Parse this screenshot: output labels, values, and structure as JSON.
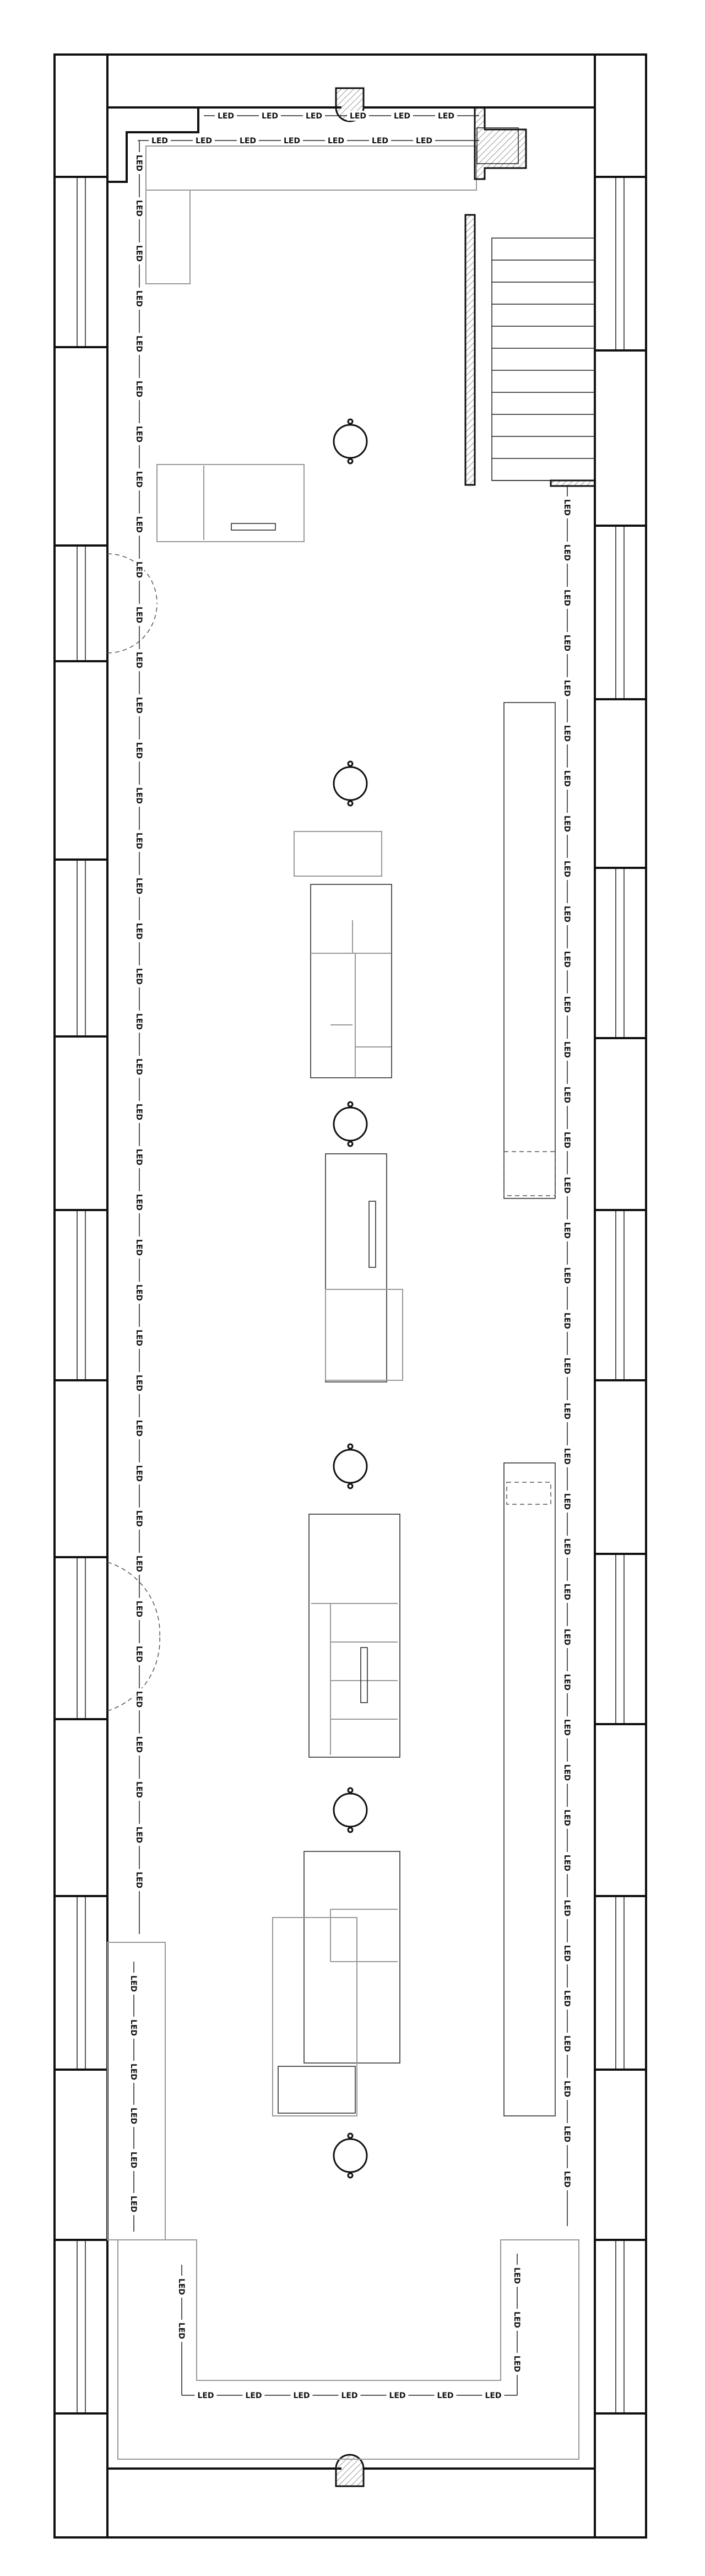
{
  "plan": {
    "fixture_label": "LED",
    "columns": 6,
    "stair_treads": 11
  },
  "colors": {
    "line": "#111111",
    "fixture": "#999999",
    "background": "#ffffff"
  }
}
